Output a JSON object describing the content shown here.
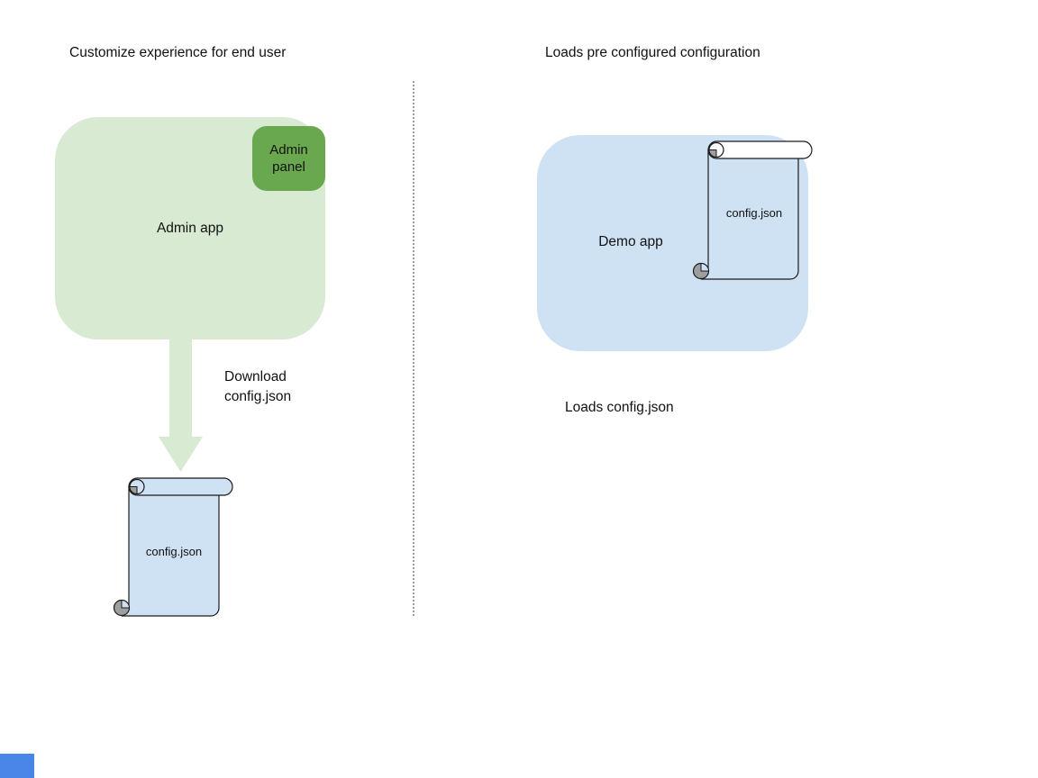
{
  "left_panel": {
    "title": "Customize experience for end user",
    "admin_app": "Admin app",
    "admin_panel": "Admin panel",
    "download_caption": "Download config.json",
    "config_file": "config.json"
  },
  "right_panel": {
    "title": "Loads pre configured configuration",
    "demo_app": "Demo app",
    "config_file": "config.json",
    "caption": "Loads config.json"
  },
  "colors": {
    "light_green": "#d9ead3",
    "green": "#6aa84f",
    "light_blue": "#cfe2f3",
    "white": "#ffffff",
    "transparent": "transparent",
    "curl_gray": "#9e9e9e",
    "divider_gray": "#9e9e9e",
    "outline": "#1a1a1a",
    "corner_blue": "#4a86e8",
    "text": "#111111"
  }
}
